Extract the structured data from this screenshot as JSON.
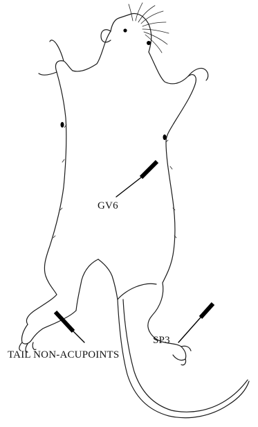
{
  "labels": {
    "gv6": "GV6",
    "sp3": "SP3",
    "tail": "TAIL NON-ACUPOINTS"
  },
  "colors": {
    "ink": "#111111",
    "background": "#ffffff"
  },
  "icons": {
    "animal": "rat-illustration",
    "needle": "acupuncture-needle"
  }
}
